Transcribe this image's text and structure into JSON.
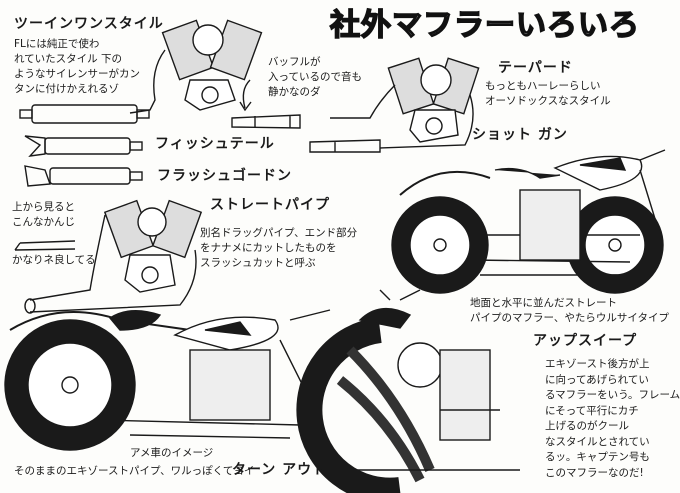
{
  "title": "社外マフラーいろいろ",
  "sections": {
    "two_in_one": {
      "heading": "ツーインワンスタイル",
      "lines": [
        "FLには純正で使わ",
        "れていたスタイル 下の",
        "ようなサイレンサーがカン",
        "タンに付けかえれるゾ"
      ]
    },
    "baffle_note": {
      "lines": [
        "バッフルが",
        "入っているので音も",
        "静かなのダ"
      ]
    },
    "fishtail": {
      "heading": "フィッシュテール"
    },
    "flash_gordon": {
      "heading": "フラッシュゴードン"
    },
    "tapered": {
      "heading": "テーパード",
      "lines": [
        "もっともハーレーらしい",
        "オーソドックスなスタイル"
      ]
    },
    "shotgun": {
      "heading": "ショット ガン",
      "lines": [
        "地面と水平に並んだストレート",
        "パイプのマフラー、やたらウルサイタイプ"
      ]
    },
    "top_view_note": {
      "lines": [
        "上から見ると",
        "こんなかんじ"
      ],
      "bottom": "かなりネ良してる"
    },
    "straight_pipe": {
      "heading": "ストレートパイプ",
      "lines": [
        "別名ドラッグパイプ、エンド部分",
        "をナナメにカットしたものを",
        "スラッシュカットと呼ぶ"
      ]
    },
    "turnout": {
      "heading": "ターン アウト",
      "note": "アメ車のイメージ",
      "line": "そのままのエキゾーストパイプ、ワルっぽくてヨイ"
    },
    "upsweep": {
      "heading": "アップスイープ",
      "lines": [
        "エキゾースト後方が上",
        "に向ってあげられてい",
        "るマフラーをいう。フレーム",
        "にそって平行にカチ",
        "上げるのがクール",
        "なスタイルとされてい",
        "るッ。キャプテン号も",
        "このマフラーなのだ!"
      ]
    }
  },
  "colors": {
    "ink": "#1a1a1a",
    "paper": "#fdfdfb"
  }
}
